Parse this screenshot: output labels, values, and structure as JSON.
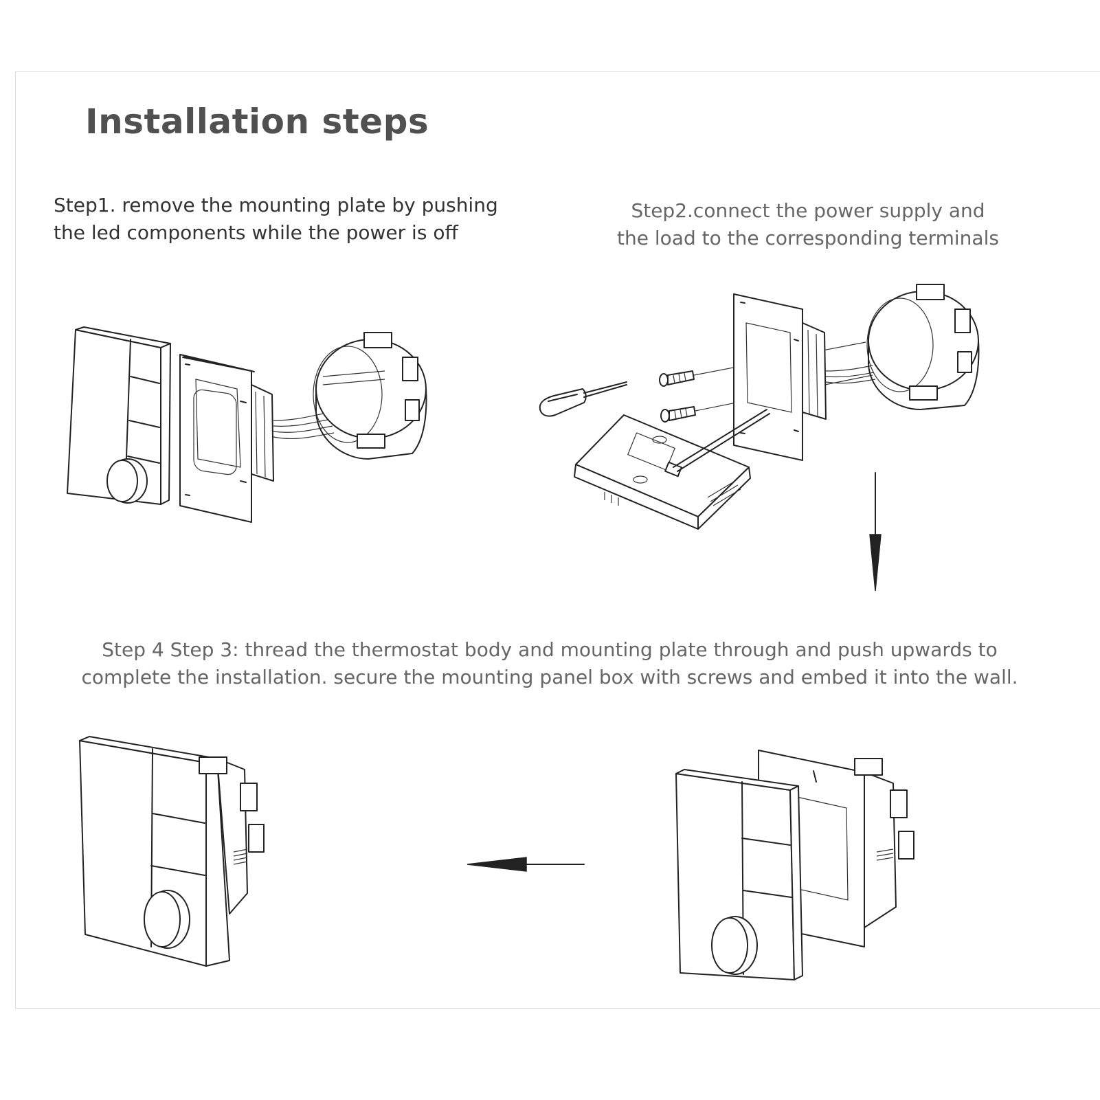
{
  "page": {
    "title": "Installation steps"
  },
  "steps": {
    "step1": {
      "line1": "Step1. remove the mounting plate by pushing",
      "line2": "the led components while the power is off"
    },
    "step2": {
      "line1": "Step2.connect the power supply and",
      "line2": "the load to the corresponding terminals"
    },
    "step34": {
      "line1": "Step 4 Step 3: thread the thermostat body and mounting plate through and push upwards to",
      "line2": "complete the installation. secure the mounting panel box with screws and embed it into the wall."
    }
  },
  "icons": {
    "down_arrow": "arrow-down-icon",
    "left_arrow": "arrow-left-icon"
  }
}
